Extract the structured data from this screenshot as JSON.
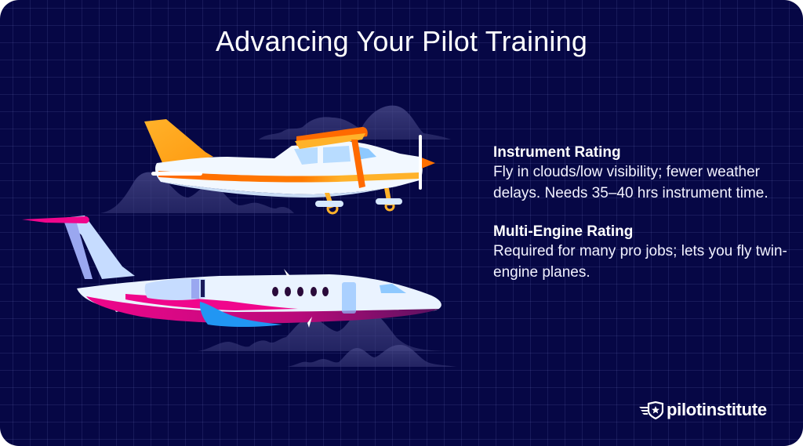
{
  "title": "Advancing Your Pilot Training",
  "colors": {
    "background": "#060745",
    "grid": "#2a2d7a",
    "text": "#ffffff",
    "cessna_orange": "#ff7000",
    "cessna_yellow": "#ffb22a",
    "jet_pink": "#f0068c",
    "jet_blue": "#2196f3",
    "jet_body": "#dbeaff",
    "cloud": "#3a3b78"
  },
  "illustration": {
    "top_plane": "single-engine-propeller-plane",
    "bottom_plane": "twin-engine-business-jet"
  },
  "sections": [
    {
      "heading": "Instrument Rating",
      "body": "Fly in clouds/low visibility; fewer weather delays. Needs 35–40 hrs instrument time."
    },
    {
      "heading": "Multi-Engine Rating",
      "body": "Required for many pro jobs; lets you fly twin-engine planes."
    }
  ],
  "logo": {
    "icon": "winged-shield-star-icon",
    "text": "pilotinstitute"
  }
}
